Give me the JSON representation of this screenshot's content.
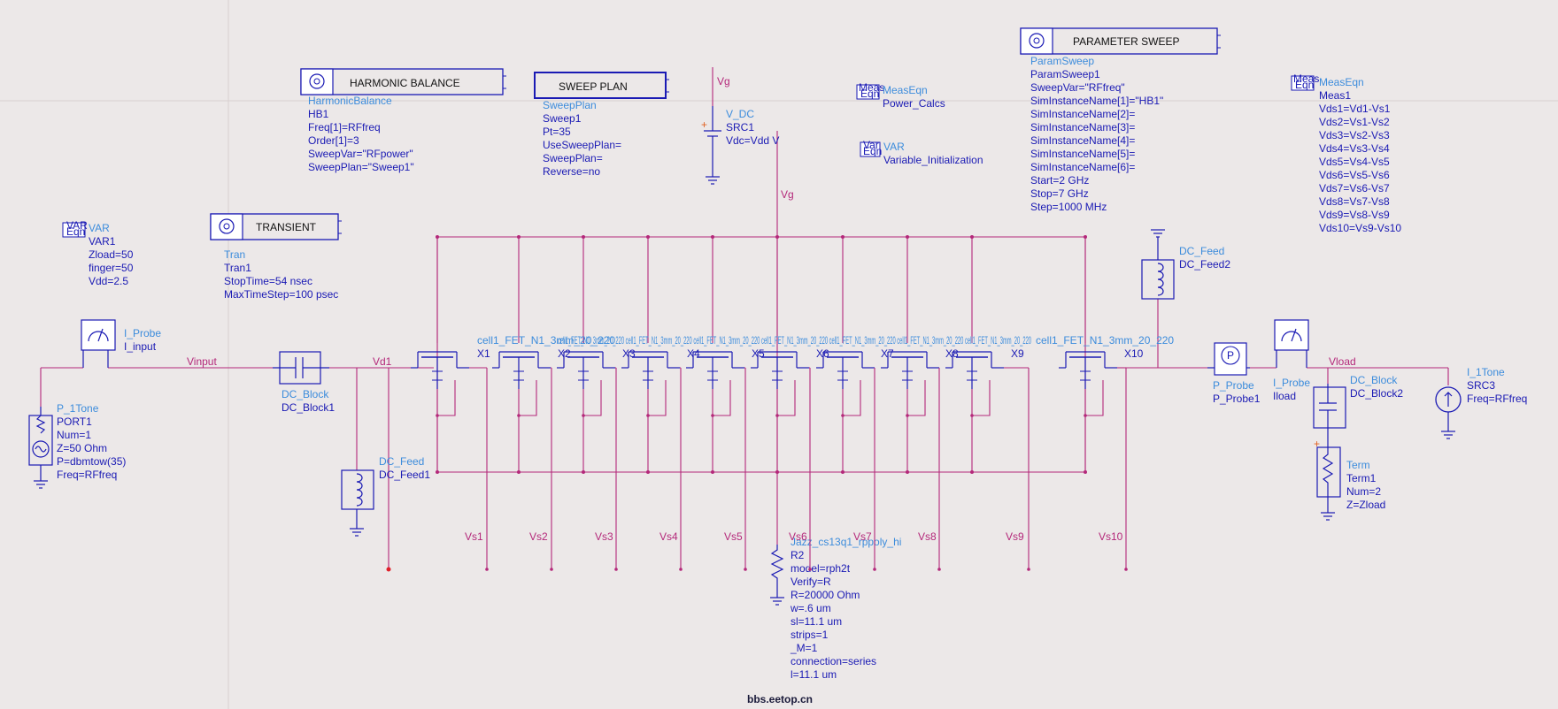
{
  "watermark": "bbs.eetop.cn",
  "controllers": {
    "harmonic_balance": {
      "title": "HARMONIC BALANCE",
      "lines": [
        "HarmonicBalance",
        "HB1",
        "Freq[1]=RFfreq",
        "Order[1]=3",
        "SweepVar=\"RFpower\"",
        "SweepPlan=\"Sweep1\""
      ]
    },
    "sweep_plan": {
      "title": "SWEEP PLAN",
      "lines": [
        "SweepPlan",
        "Sweep1",
        "Pt=35",
        "UseSweepPlan=",
        "SweepPlan=",
        "Reverse=no"
      ]
    },
    "transient": {
      "title": "TRANSIENT",
      "lines": [
        "Tran",
        "Tran1",
        "StopTime=54 nsec",
        "MaxTimeStep=100 psec"
      ]
    },
    "parameter_sweep": {
      "title": "PARAMETER SWEEP",
      "lines": [
        "ParamSweep",
        "ParamSweep1",
        "SweepVar=\"RFfreq\"",
        "SimInstanceName[1]=\"HB1\"",
        "SimInstanceName[2]=",
        "SimInstanceName[3]=",
        "SimInstanceName[4]=",
        "SimInstanceName[5]=",
        "SimInstanceName[6]=",
        "Start=2 GHz",
        "Stop=7 GHz",
        "Step=1000 MHz"
      ]
    }
  },
  "variables": {
    "var1": {
      "icon_l1": "VAR",
      "icon_l2": "Eqn",
      "lines": [
        "VAR",
        "VAR1",
        "Zload=50",
        "finger=50",
        "Vdd=2.5"
      ]
    },
    "power_calcs": {
      "icon_l1": "Meas",
      "icon_l2": "Eqn",
      "lines": [
        "MeasEqn",
        "Power_Calcs"
      ]
    },
    "var_init": {
      "icon_l1": "Var",
      "icon_l2": "Eqn",
      "lines": [
        "VAR",
        "Variable_Initialization"
      ]
    },
    "meas1": {
      "icon_l1": "Meas",
      "icon_l2": "Eqn",
      "lines": [
        "MeasEqn",
        "Meas1",
        "Vds1=Vd1-Vs1",
        "Vds2=Vs1-Vs2",
        "Vds3=Vs2-Vs3",
        "Vds4=Vs3-Vs4",
        "Vds5=Vs4-Vs5",
        "Vds6=Vs5-Vs6",
        "Vds7=Vs6-Vs7",
        "Vds8=Vs7-Vs8",
        "Vds9=Vs8-Vs9",
        "Vds10=Vs9-Vs10"
      ]
    }
  },
  "components": {
    "vdc": {
      "lines": [
        "V_DC",
        "SRC1",
        "Vdc=Vdd V"
      ]
    },
    "port1": {
      "lines": [
        "P_1Tone",
        "PORT1",
        "Num=1",
        "Z=50 Ohm",
        "P=dbmtow(35)",
        "Freq=RFfreq"
      ]
    },
    "iprobe_in": {
      "lines": [
        "I_Probe",
        "I_input"
      ]
    },
    "dcblock1": {
      "lines": [
        "DC_Block",
        "DC_Block1"
      ]
    },
    "dcfeed1": {
      "lines": [
        "DC_Feed",
        "DC_Feed1"
      ]
    },
    "dcfeed2": {
      "lines": [
        "DC_Feed",
        "DC_Feed2"
      ]
    },
    "pprobe1": {
      "lines": [
        "P_Probe",
        "P_Probe1"
      ]
    },
    "iprobe_load": {
      "lines": [
        "I_Probe",
        "Iload"
      ]
    },
    "dcblock2": {
      "lines": [
        "DC_Block",
        "DC_Block2"
      ]
    },
    "term1": {
      "lines": [
        "Term",
        "Term1",
        "Num=2",
        "Z=Zload"
      ]
    },
    "src3": {
      "lines": [
        "I_1Tone",
        "SRC3",
        "Freq=RFfreq"
      ]
    },
    "r2": {
      "lines": [
        "Jazz_cs13q1_rppoly_hi",
        "R2",
        "model=rph2t",
        "Verify=R",
        "R=20000 Ohm",
        "w=.6 um",
        "sl=11.1 um",
        "strips=1",
        "_M=1",
        "connection=series",
        "l=11.1 um"
      ]
    }
  },
  "fet_labels": {
    "model_first": "cell1_FET_N1_3mm_20_220",
    "model_overlap": "cell1_FET_N1_3mm_20_220 cell1_FET_N1_3mm_20_220 cell1_FET_N1_3mm_20_220 cell1_FET_N1_3mm_20_220 cell1_FET_N1_3mm_20_220 cell1_FET_N1_3mm_20_220 cell1_FET_N1_3mm_20_220",
    "model_last": "cell1_FET_N1_3mm_20_220",
    "instances": [
      "X1",
      "X2",
      "X3",
      "X4",
      "X5",
      "X6",
      "X7",
      "X8",
      "X9",
      "X10"
    ]
  },
  "nets": {
    "vg_top": "Vg",
    "vg_mid": "Vg",
    "vinput": "Vinput",
    "vd1": "Vd1",
    "vload": "Vload",
    "vs": [
      "Vs1",
      "Vs2",
      "Vs3",
      "Vs4",
      "Vs5",
      "Vs6",
      "Vs7",
      "Vs8",
      "Vs9",
      "Vs10"
    ]
  },
  "colors": {
    "background": "#ece8e8",
    "component": "#1a1ab4",
    "wire": "#b4287a",
    "label_light": "#3c8cdc"
  }
}
